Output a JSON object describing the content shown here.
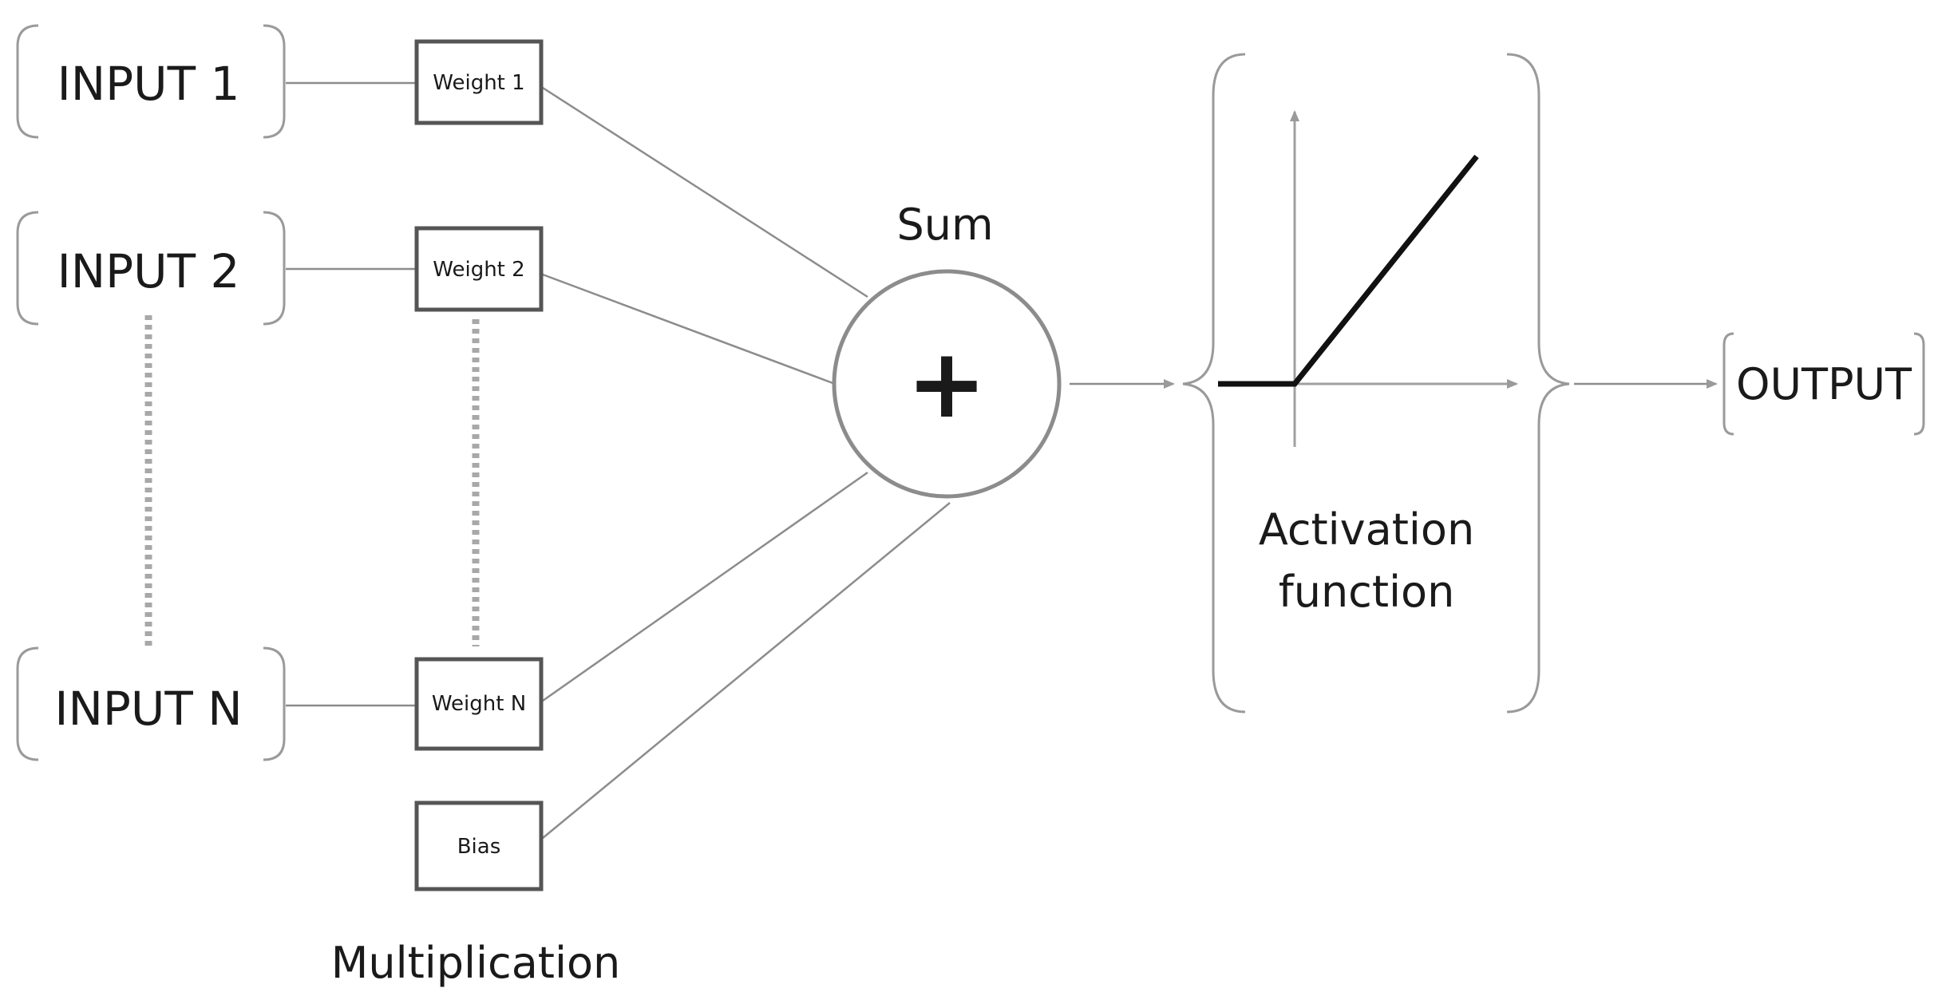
{
  "inputs": {
    "input_1": "INPUT 1",
    "input_2": "INPUT 2",
    "input_n": "INPUT N"
  },
  "weights": {
    "weight_1": "Weight 1",
    "weight_2": "Weight 2",
    "weight_n": "Weight N",
    "bias": "Bias"
  },
  "sum": {
    "label": "Sum",
    "symbol": "+"
  },
  "activation": {
    "line1": "Activation",
    "line2": "function"
  },
  "output": {
    "label": "OUTPUT"
  },
  "multiplication": {
    "label": "Multiplication"
  }
}
